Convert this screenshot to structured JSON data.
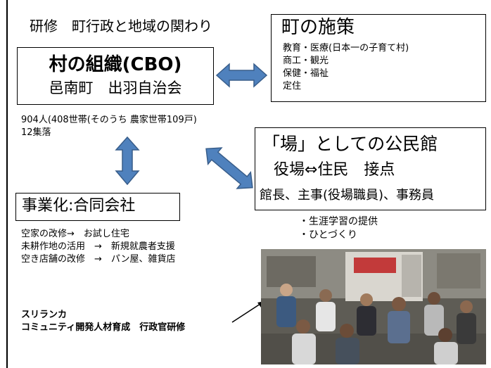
{
  "slide": {
    "title": "研修　町行政と地域の関わり",
    "cbo": {
      "title": "村の組織(CBO)",
      "subtitle": "邑南町　出羽自治会"
    },
    "policy": {
      "title": "町の施策",
      "items": [
        "教育・医療(日本一の子育て村)",
        "商工・観光",
        "保健・福祉",
        "定住"
      ]
    },
    "population": {
      "line1": "904人(408世帯(そのうち 農家世帯109戸)",
      "line2": "12集落"
    },
    "kominkan": {
      "title": "「場」としての公民館",
      "subtitle": "役場⇔住民　接点",
      "staff": "館長、主事(役場職員)、事務員"
    },
    "kominkan_bullets": [
      "・生涯学習の提供",
      "・ひとづくり"
    ],
    "company": {
      "title": "事業化:合同会社"
    },
    "projects": [
      "空家の改修→　お試し住宅",
      "未耕作地の活用　→　新規就農者支援",
      "空き店舗の改修　→　パン屋、雑貨店"
    ],
    "srilanka": {
      "line1": "スリランカ",
      "line2": "コミュニティ開発人材育成　行政官研修"
    }
  },
  "colors": {
    "arrow_fill": "#4f81bd",
    "arrow_stroke": "#385d8a",
    "border": "#000000"
  }
}
